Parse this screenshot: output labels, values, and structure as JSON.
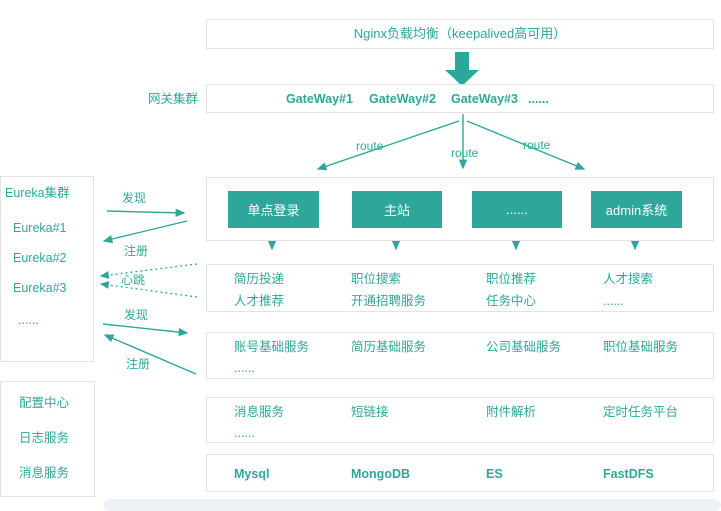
{
  "colors": {
    "teal": "#2EA79A",
    "box_border": "#E2E2E2",
    "bottom_bar": "#EDF2F7"
  },
  "nginx": {
    "label": "Nginx负载均衡（keepalived高可用）"
  },
  "gateway": {
    "side_label": "网关集群",
    "nodes": [
      "GateWay#1",
      "GateWay#2",
      "GateWay#3",
      "......"
    ]
  },
  "routes": {
    "labels": [
      "route",
      "route",
      "route"
    ]
  },
  "app_layer": {
    "buttons": [
      "单点登录",
      "主站",
      "......",
      "admin系统"
    ]
  },
  "business_layer": {
    "row1": [
      "简历投递",
      "职位搜索",
      "职位推荐",
      "人才搜索"
    ],
    "row2": [
      "人才推荐",
      "开通招聘服务",
      "任务中心",
      "......"
    ]
  },
  "base_layer": {
    "row1": [
      "账号基础服务",
      "简历基础服务",
      "公司基础服务",
      "职位基础服务"
    ],
    "row2": [
      "......"
    ]
  },
  "middleware_layer": {
    "row1": [
      "消息服务",
      "短链接",
      "附件解析",
      "定时任务平台"
    ],
    "row2": [
      "......"
    ]
  },
  "storage_layer": {
    "items": [
      "Mysql",
      "MongoDB",
      "ES",
      "FastDFS"
    ]
  },
  "eureka": {
    "title": "Eureka集群",
    "items": [
      "Eureka#1",
      "Eureka#2",
      "Eureka#3",
      "......"
    ]
  },
  "infra": {
    "items": [
      "配置中心",
      "日志服务",
      "消息服务"
    ]
  },
  "left_links": {
    "labels": [
      "发现",
      "注册",
      "心跳",
      "发现",
      "注册"
    ]
  }
}
